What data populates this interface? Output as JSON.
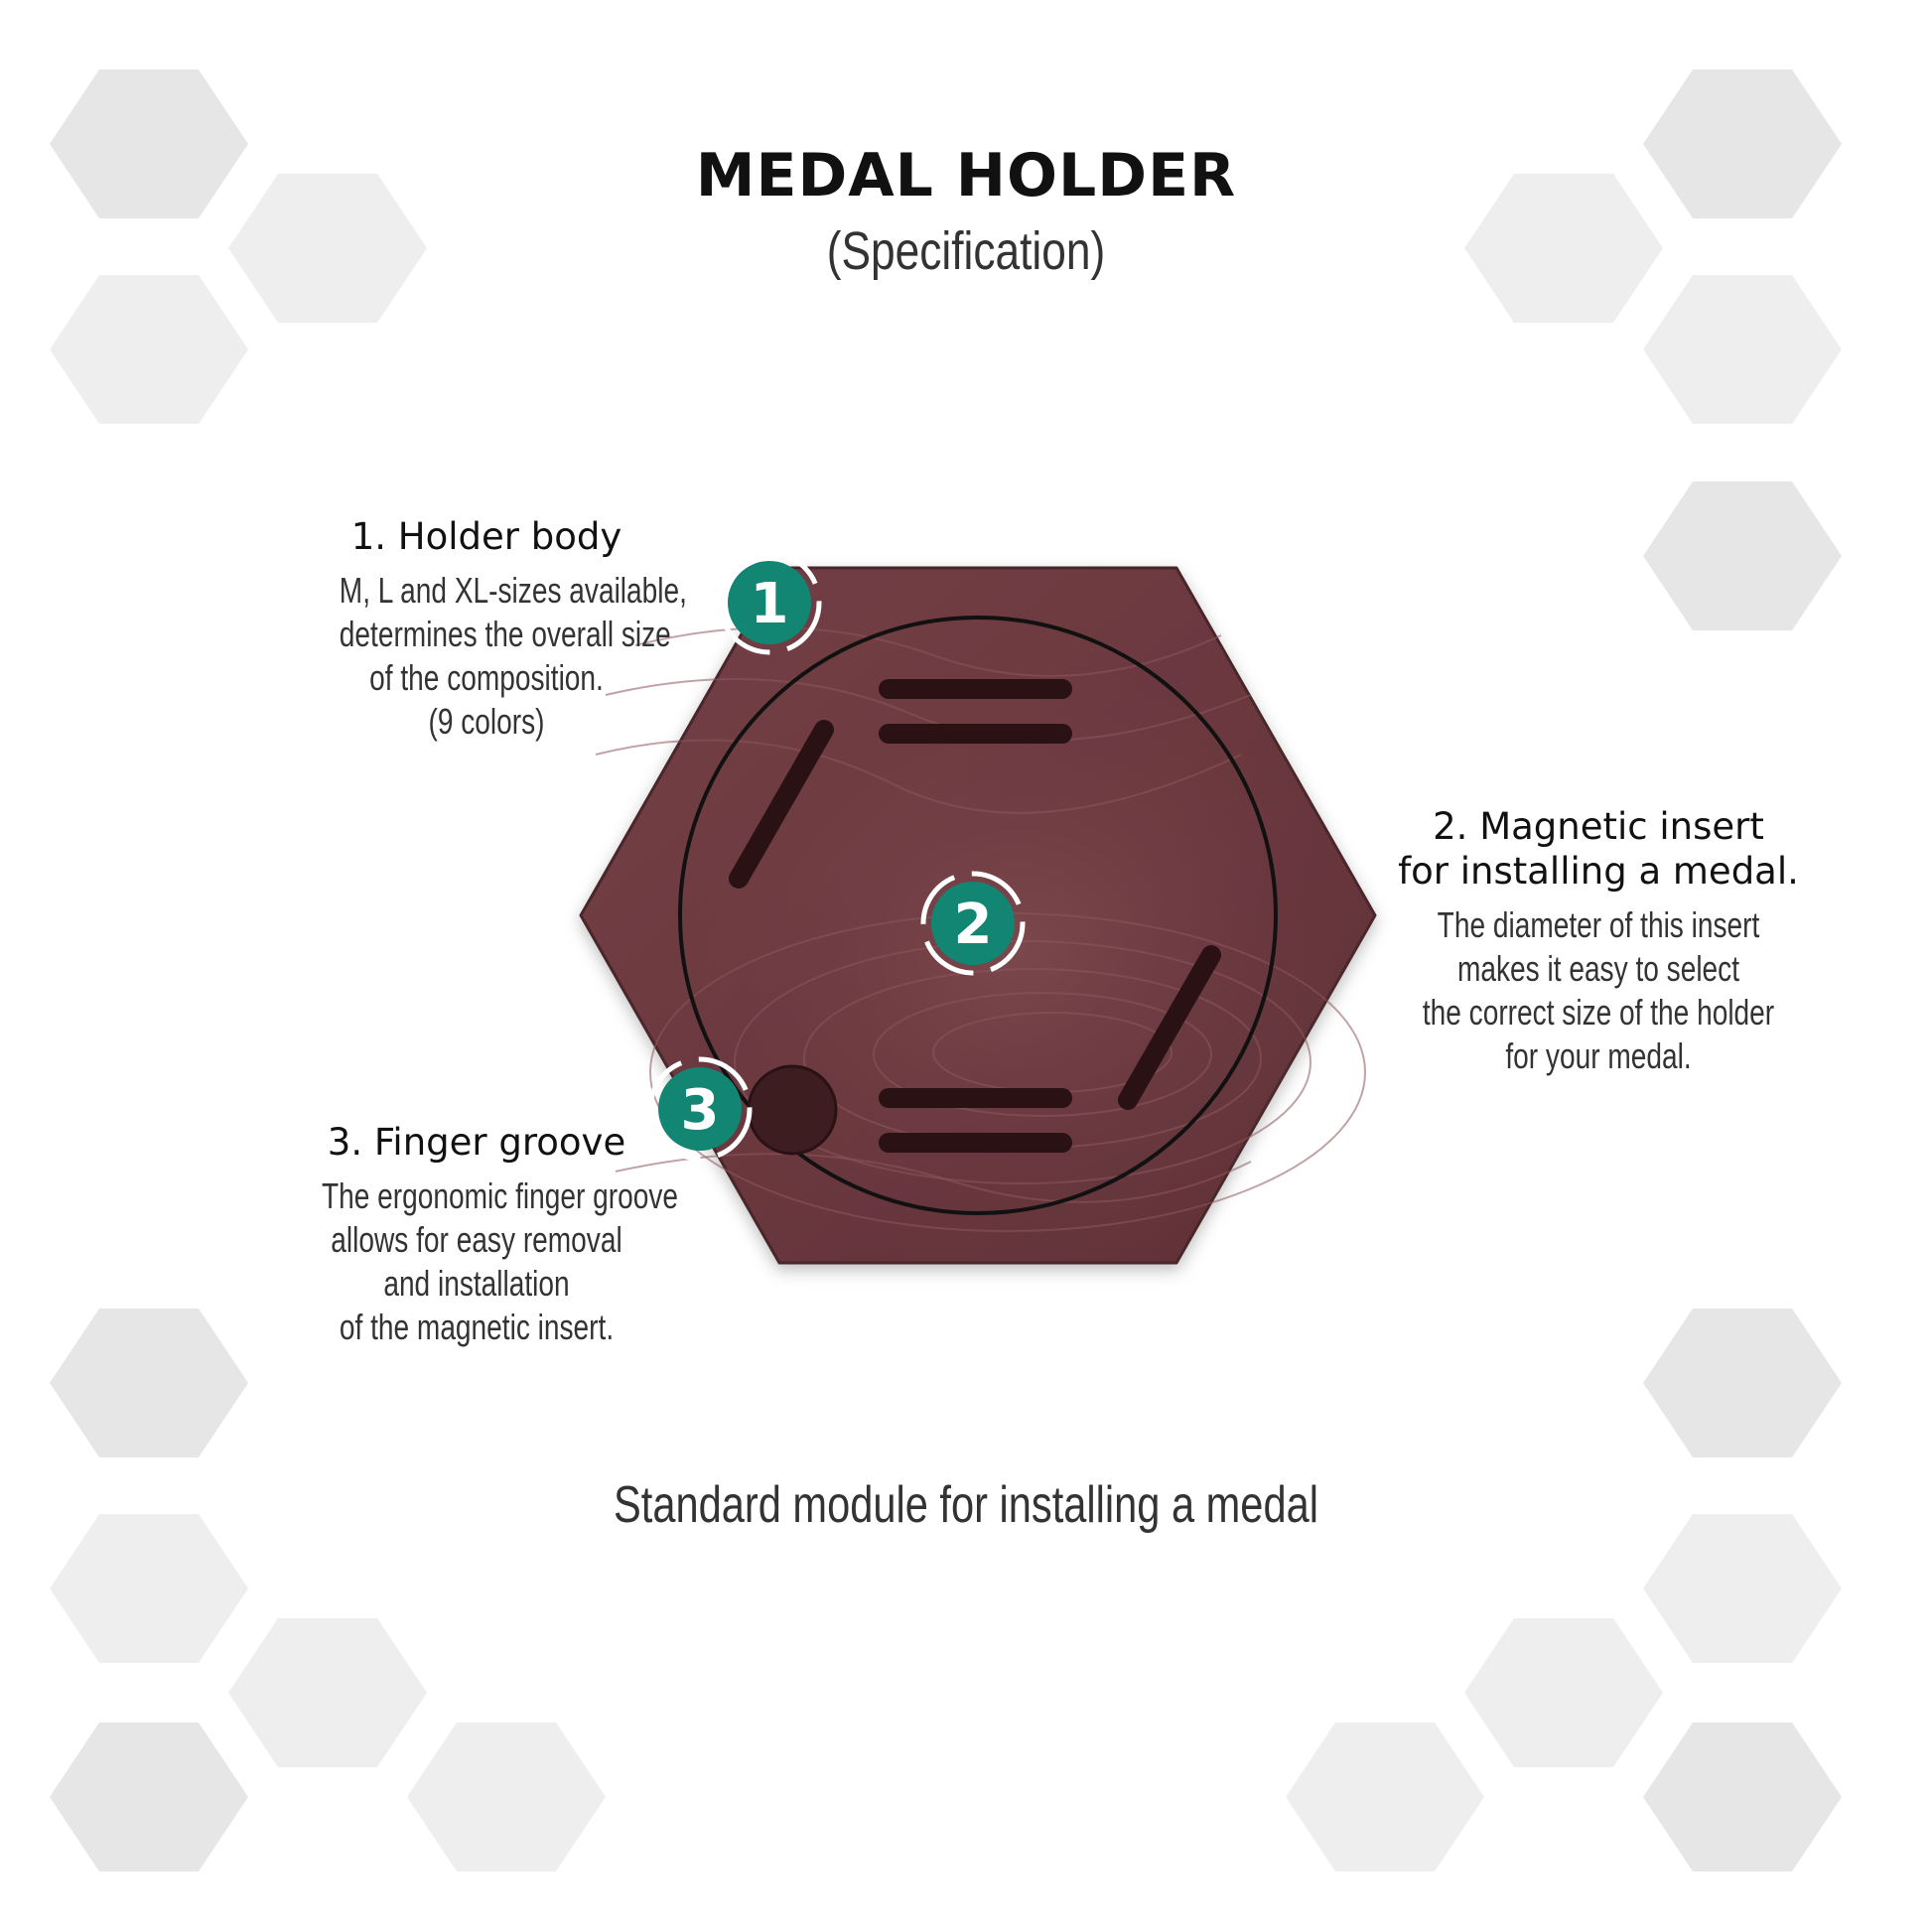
{
  "title": "MEDAL HOLDER",
  "subtitle": "(Specification)",
  "callouts": [
    {
      "number": "1",
      "heading": [
        "1. Holder body"
      ],
      "description": [
        "M, L and XL-sizes available,",
        "determines the overall size",
        "of the composition.",
        "(9 colors)"
      ]
    },
    {
      "number": "2",
      "heading": [
        "2. Magnetic insert",
        "for installing a medal."
      ],
      "description": [
        "The diameter of this insert",
        "makes it easy to select",
        "the correct size of the holder",
        "for your medal."
      ]
    },
    {
      "number": "3",
      "heading": [
        "3. Finger groove"
      ],
      "description": [
        "The ergonomic finger groove",
        "allows for easy removal",
        "and installation",
        "of the magnetic insert."
      ]
    }
  ],
  "caption": "Standard module for installing a medal",
  "colors": {
    "wood": "#6b3a40",
    "badge": "#138573",
    "hex_background": "#e6e6e6"
  }
}
